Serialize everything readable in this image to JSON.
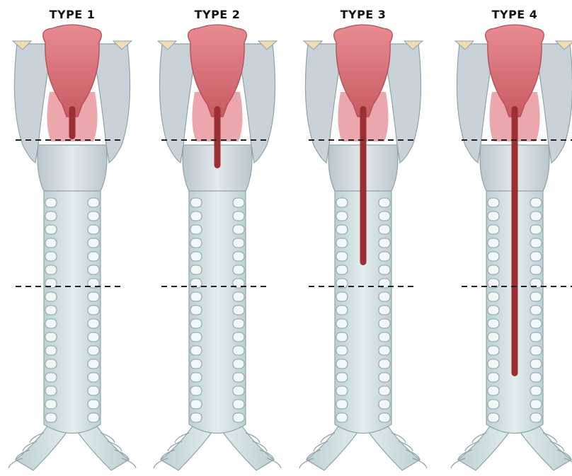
{
  "panels": [
    {
      "label": "TYPE 1",
      "cleft_level": 1
    },
    {
      "label": "TYPE 2",
      "cleft_level": 2
    },
    {
      "label": "TYPE 3",
      "cleft_level": 3
    },
    {
      "label": "TYPE 4",
      "cleft_level": 4
    }
  ],
  "colors": {
    "cleft": "#9b2f33",
    "larynx_pink": "#d9727a",
    "larynx_inner": "#e48a8f",
    "cartilage": "#c9d2d8",
    "cartilage_shade": "#a9b6be",
    "trachea": "#d6e4e6",
    "trachea_ring": "#f2f7f7",
    "ring_outline": "#8fa3a8",
    "epiglottis_tip": "#f0dcb0",
    "dash": "#222222"
  }
}
